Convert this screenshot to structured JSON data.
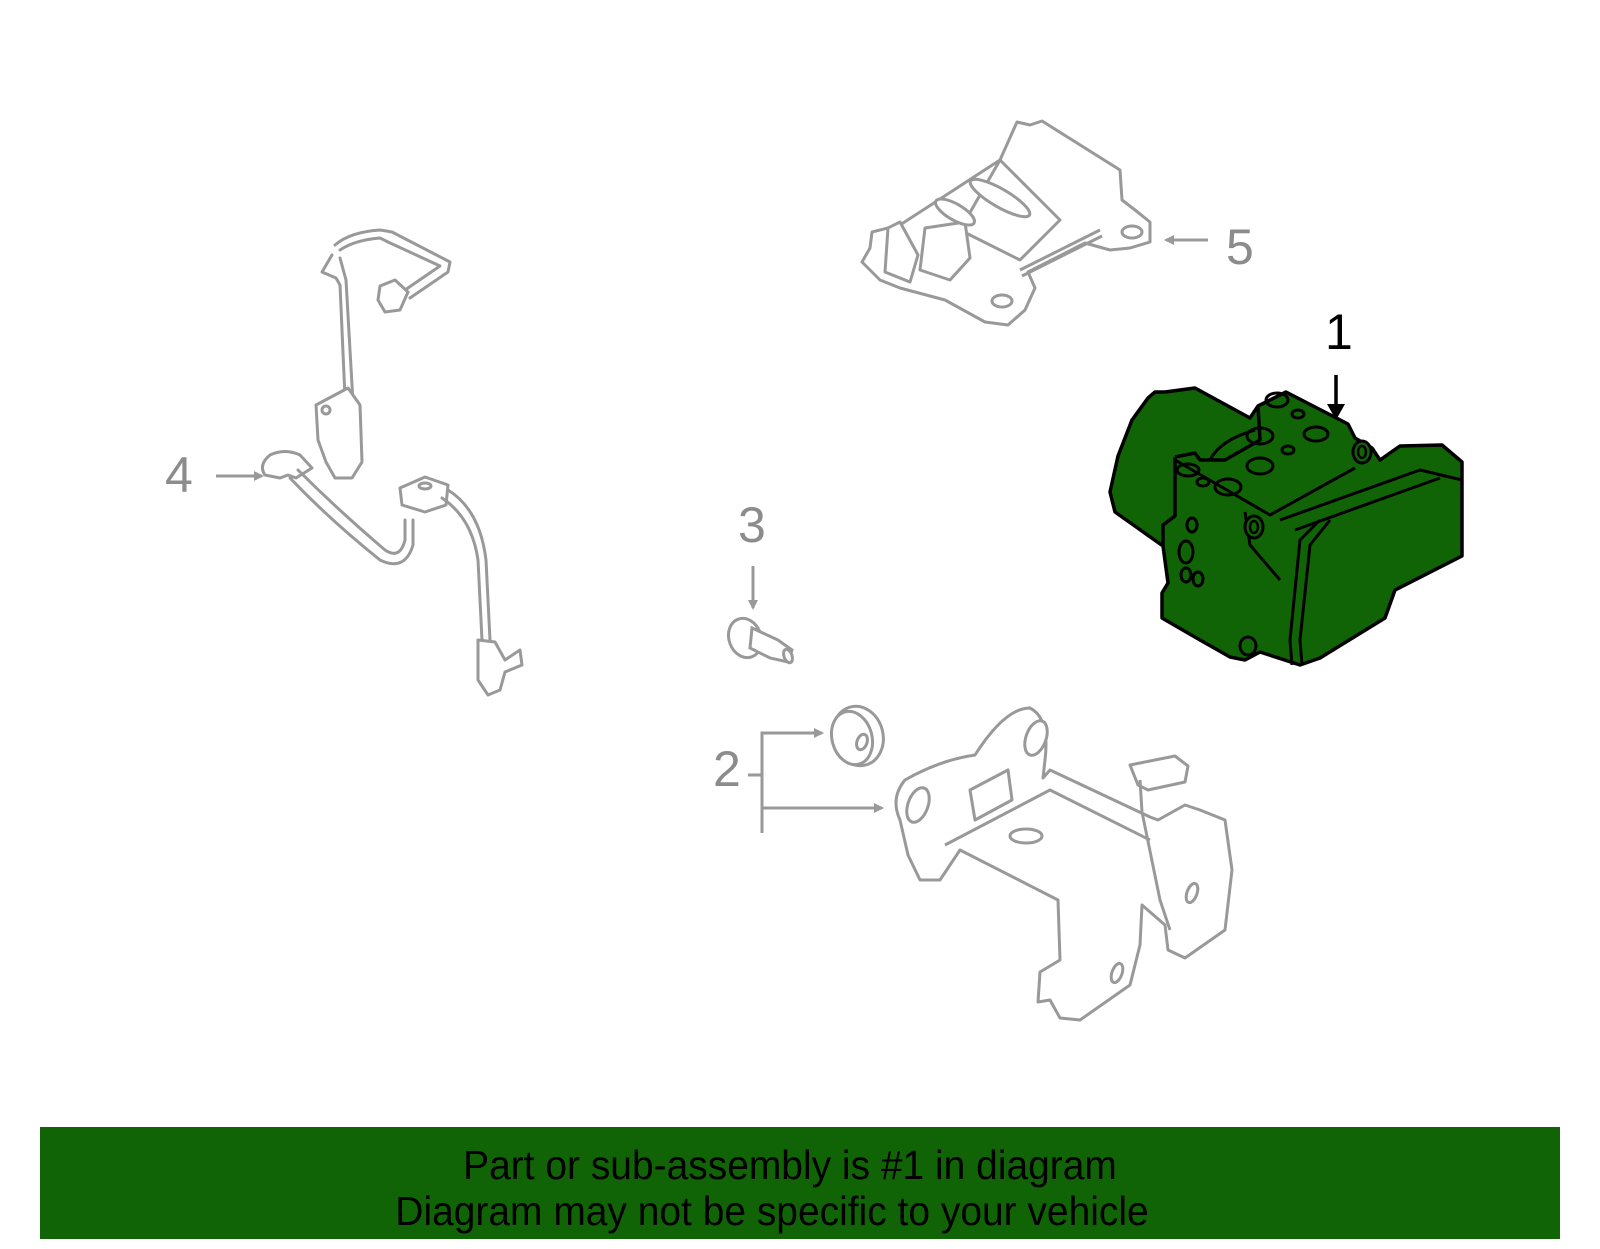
{
  "diagram": {
    "title": "ABS hydraulic unit exploded parts diagram",
    "highlight_color": "#116405",
    "line_color_inactive": "#999999",
    "line_color_active": "#000000",
    "callouts": [
      {
        "number": "1",
        "part": "abs-modulator-assembly",
        "highlighted": true
      },
      {
        "number": "2",
        "part": "mounting-bracket-and-insulator",
        "highlighted": false
      },
      {
        "number": "3",
        "part": "bolt",
        "highlighted": false
      },
      {
        "number": "4",
        "part": "wheel-speed-sensor-harness",
        "highlighted": false
      },
      {
        "number": "5",
        "part": "control-module",
        "highlighted": false
      }
    ]
  },
  "banner": {
    "line1": "Part or sub-assembly is #1 in diagram",
    "line2": "Diagram may not be specific to your vehicle",
    "background": "#116405"
  }
}
